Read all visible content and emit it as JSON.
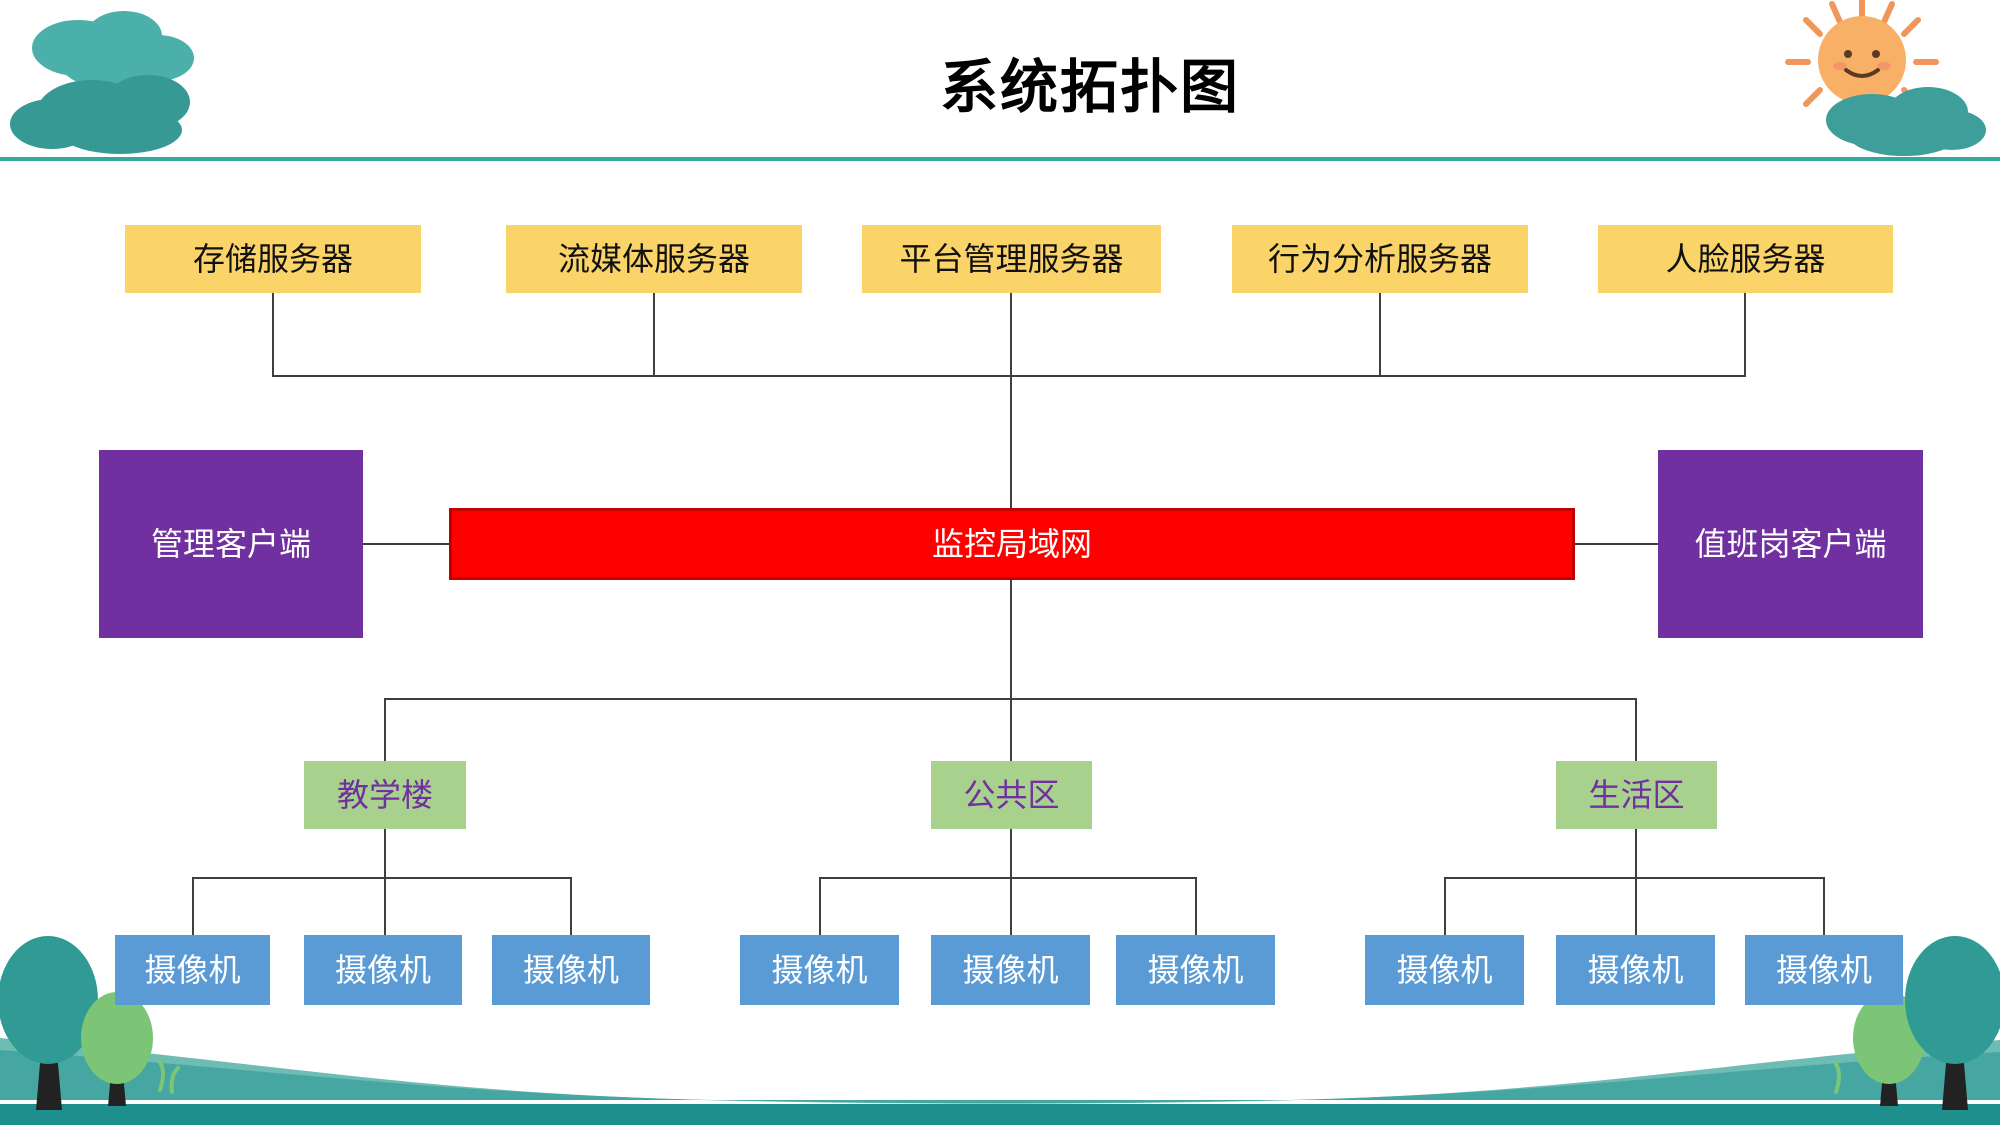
{
  "slide": {
    "title": "系统拓扑图"
  },
  "servers": [
    {
      "label": "存储服务器"
    },
    {
      "label": "流媒体服务器"
    },
    {
      "label": "平台管理服务器"
    },
    {
      "label": "行为分析服务器"
    },
    {
      "label": "人脸服务器"
    }
  ],
  "network": {
    "label": "监控局域网"
  },
  "clients": [
    {
      "label": "管理客户端"
    },
    {
      "label": "值班岗客户端"
    }
  ],
  "zones": [
    {
      "label": "教学楼",
      "cameras": [
        {
          "label": "摄像机"
        },
        {
          "label": "摄像机"
        },
        {
          "label": "摄像机"
        }
      ]
    },
    {
      "label": "公共区",
      "cameras": [
        {
          "label": "摄像机"
        },
        {
          "label": "摄像机"
        },
        {
          "label": "摄像机"
        }
      ]
    },
    {
      "label": "生活区",
      "cameras": [
        {
          "label": "摄像机"
        },
        {
          "label": "摄像机"
        },
        {
          "label": "摄像机"
        }
      ]
    }
  ],
  "colors": {
    "server_fill": "#FBD469",
    "client_fill": "#7030A0",
    "network_fill": "#FE0000",
    "network_border": "#C00000",
    "zone_fill": "#A9D18E",
    "zone_text": "#7030A0",
    "camera_fill": "#5B9BD5",
    "accent_teal": "#35A79C",
    "connector": "#3F3F3F"
  }
}
